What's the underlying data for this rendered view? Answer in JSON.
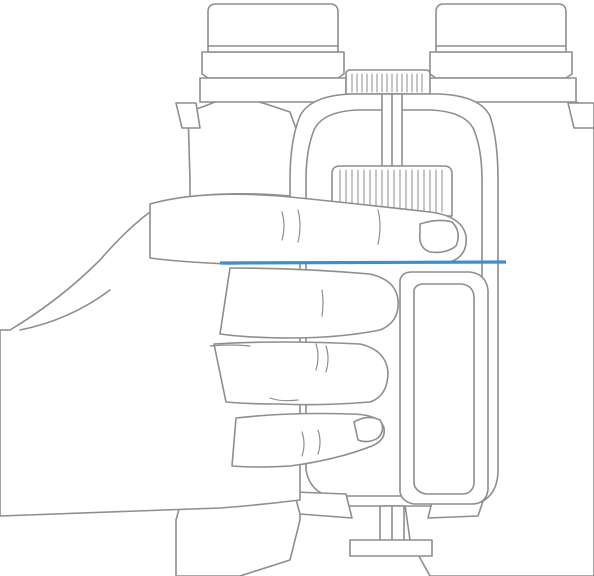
{
  "colors": {
    "background": "#ffffff",
    "outline": "#8e8e8e",
    "indicator_line": "#3a8fd0"
  },
  "illustration": {
    "subject": "binoculars-held-in-hand",
    "parts": [
      "left-eyecup",
      "right-eyecup",
      "focus-wheel",
      "diopter-ring",
      "hinge-bridge",
      "hand",
      "alignment-line"
    ]
  }
}
